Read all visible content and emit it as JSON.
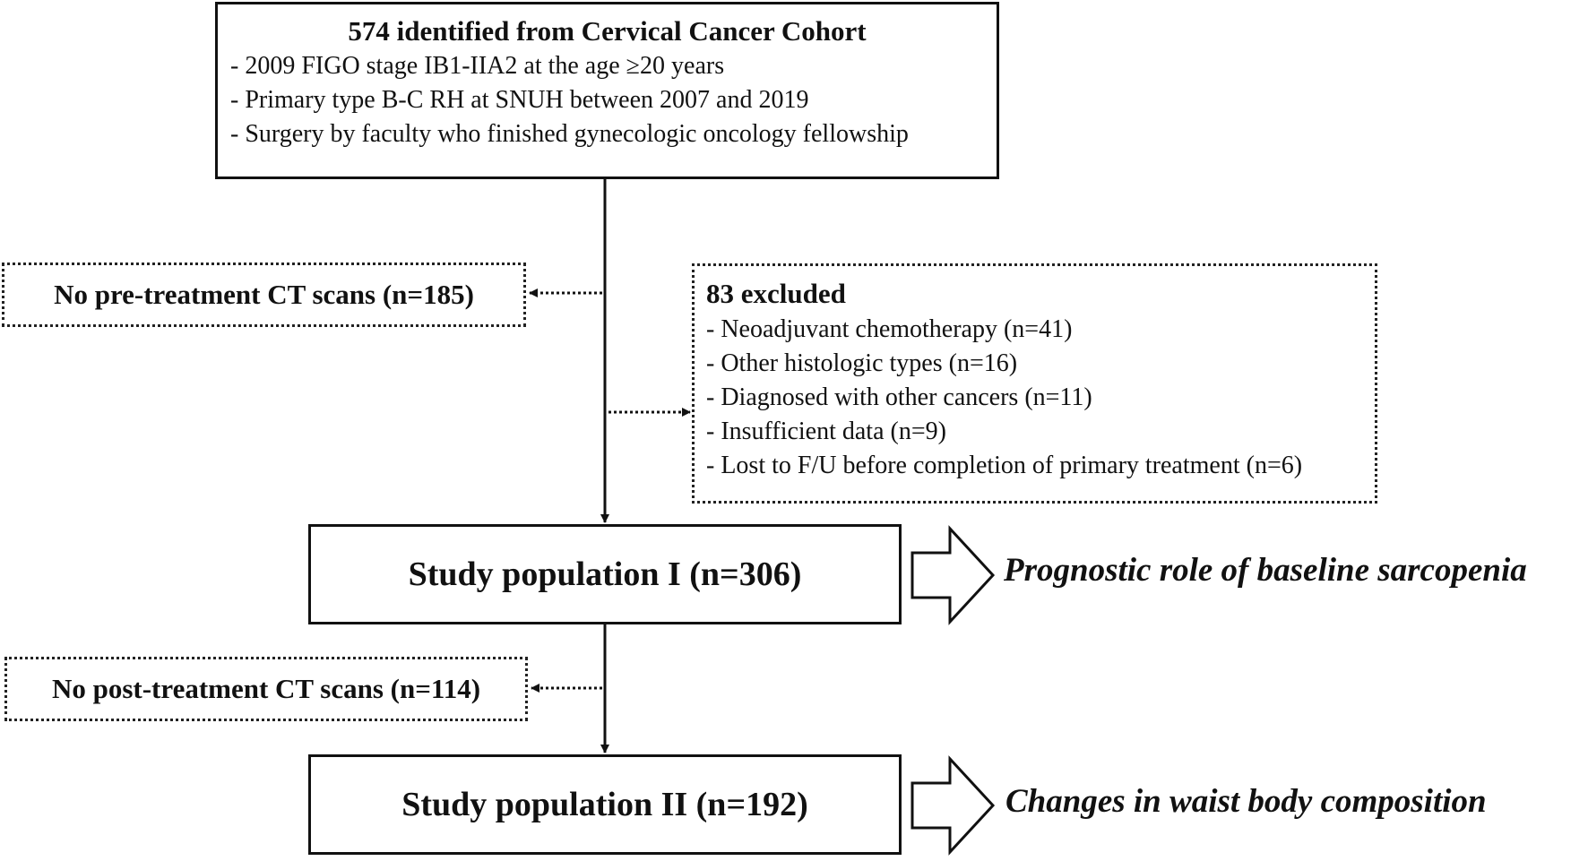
{
  "top_box": {
    "title": "574 identified from Cervical Cancer Cohort",
    "lines": [
      "- 2009 FIGO stage IB1-IIA2 at the age ≥20 years",
      "- Primary type B-C RH at SNUH between 2007 and 2019",
      "- Surgery by faculty who finished gynecologic oncology fellowship"
    ]
  },
  "exclusion_left_1": {
    "label": "No pre-treatment CT scans (n=185)"
  },
  "exclusion_right": {
    "title": "83 excluded",
    "lines": [
      "- Neoadjuvant chemotherapy (n=41)",
      "- Other histologic types (n=16)",
      "- Diagnosed with other cancers (n=11)",
      "- Insufficient data (n=9)",
      "- Lost to F/U before completion of primary treatment (n=6)"
    ]
  },
  "study_population_1": {
    "label": "Study population I (n=306)",
    "outcome": "Prognostic role of baseline sarcopenia"
  },
  "exclusion_left_2": {
    "label": "No post-treatment CT scans (n=114)"
  },
  "study_population_2": {
    "label": "Study population II (n=192)",
    "outcome": "Changes in waist body composition"
  }
}
